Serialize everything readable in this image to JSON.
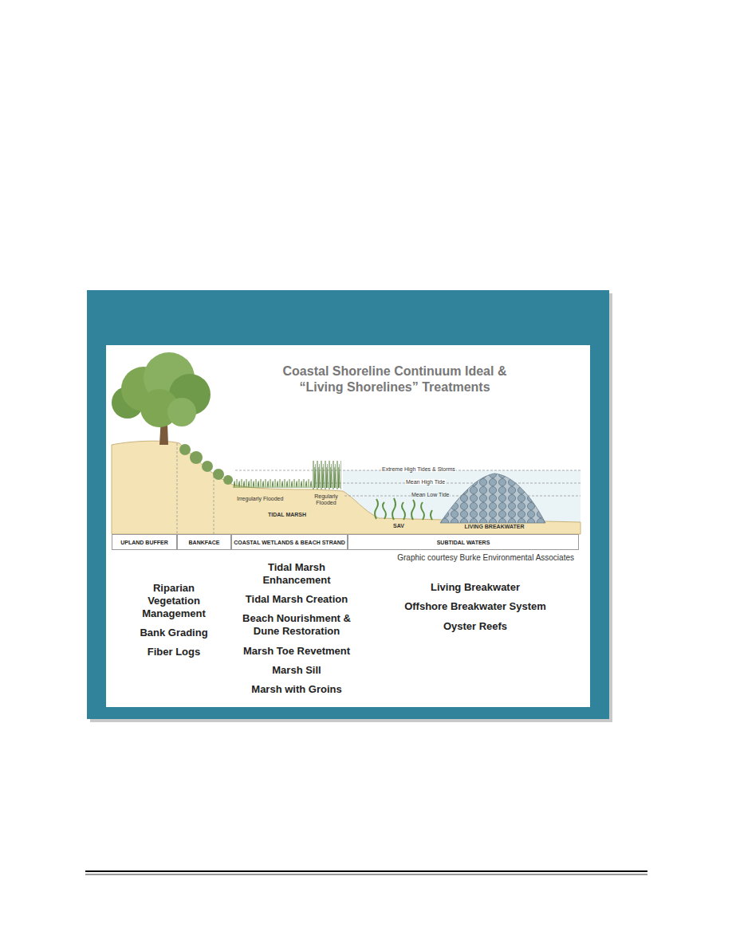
{
  "diagram": {
    "title": "Coastal Shoreline Continuum Ideal & “Living Shorelines” Treatments",
    "nodes": [
      {
        "text": [
          "UPLAND BUFFER"
        ]
      },
      {
        "text": [
          "BANKFACE"
        ]
      },
      {
        "text": [
          "COASTAL WETLANDS & BEACH STRAND"
        ]
      },
      {
        "text": [
          "SUBTIDAL WATERS"
        ]
      }
    ],
    "labels": [
      "Extreme High Tides & Storms",
      "Mean High Tide",
      "Mean Low Tide",
      "Irregularly Flooded",
      "Regularly Flooded",
      "TIDAL MARSH",
      "SAV",
      "LIVING BREAKWATER",
      "Graphic courtesy Burke Environmental Associates",
      "Riparian Vegetation Management",
      "Bank Grading",
      "Fiber Logs",
      "Tidal Marsh Enhancement",
      "Tidal Marsh Creation",
      "Beach Nourishment & Dune Restoration",
      "Marsh Toe Revetment",
      "Marsh Sill",
      "Marsh with Groins",
      "Living Breakwater",
      "Offshore Breakwater System",
      "Oyster Reefs"
    ]
  }
}
